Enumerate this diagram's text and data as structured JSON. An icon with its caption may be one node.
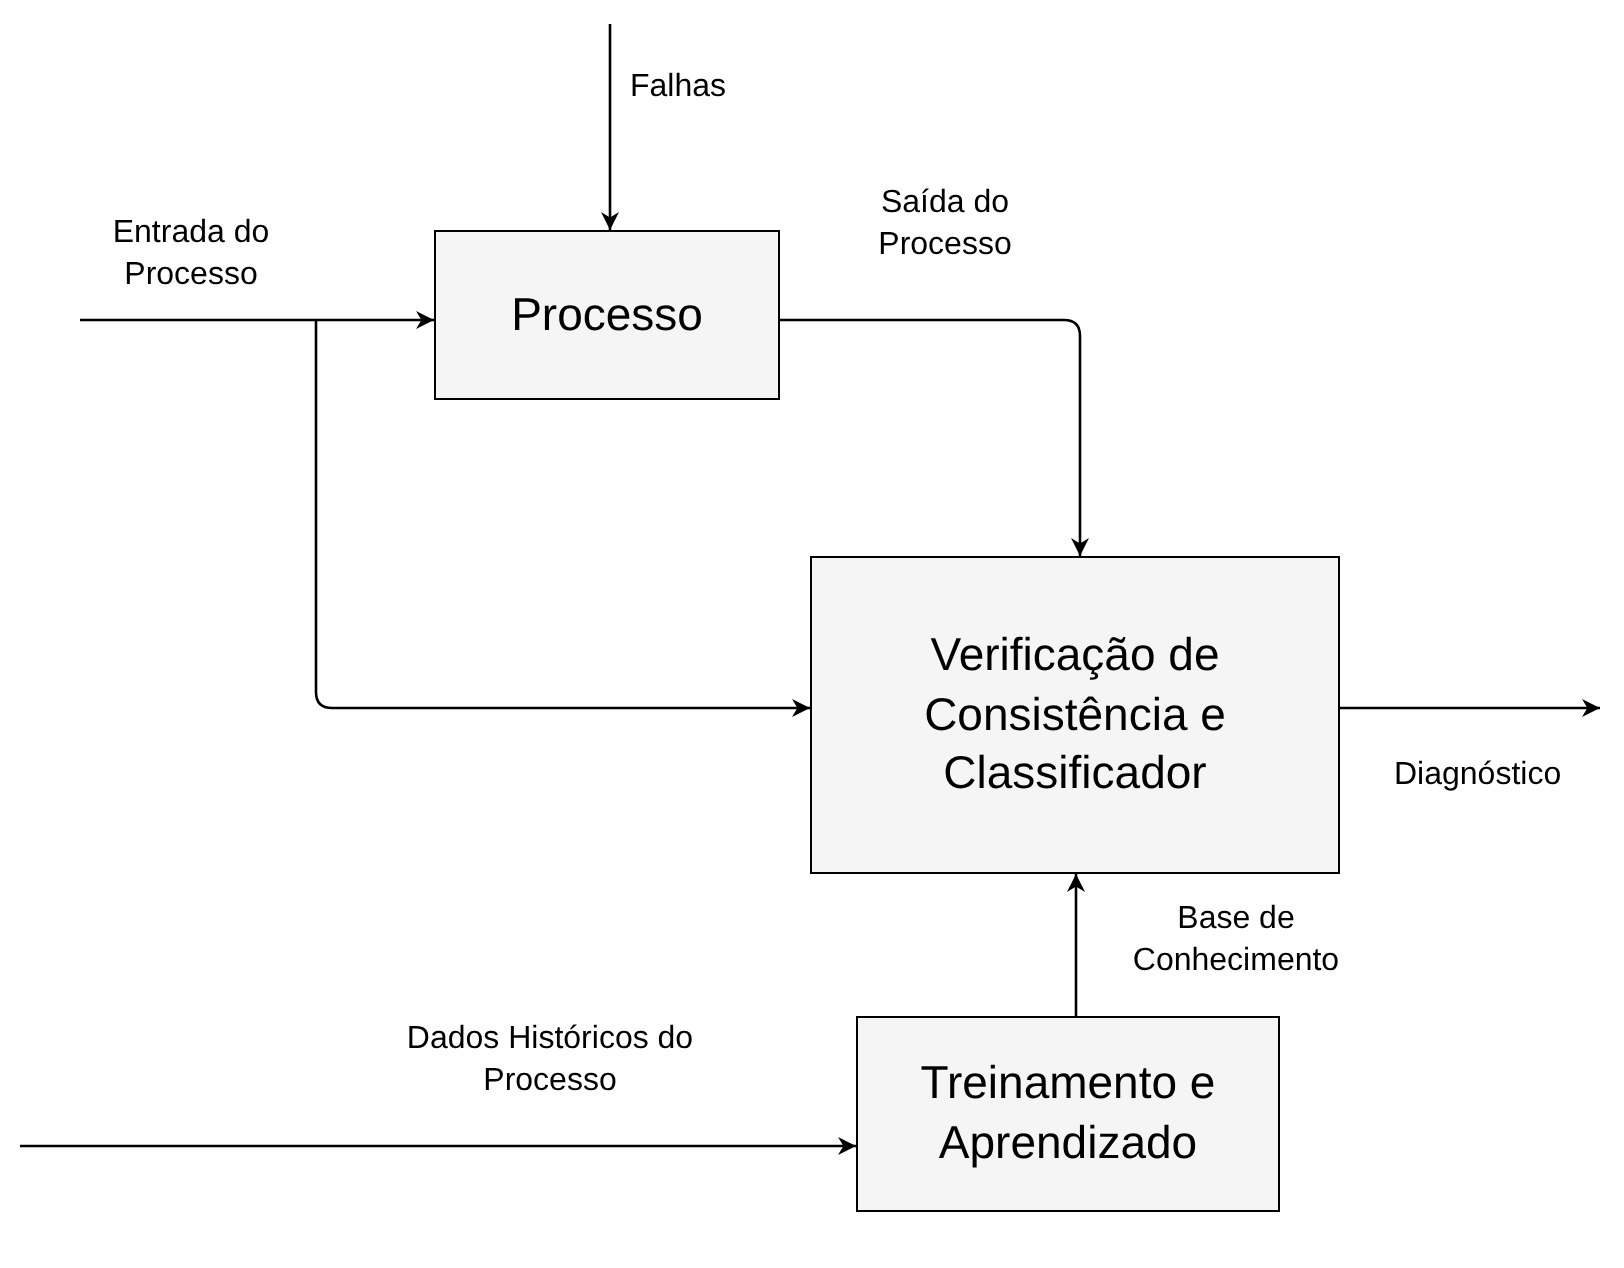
{
  "diagram": {
    "nodes": [
      {
        "text": [
          "Processo"
        ]
      },
      {
        "text": [
          "Verificação de Consistência e Classificador"
        ]
      },
      {
        "text": [
          "Treinamento e Aprendizado"
        ]
      }
    ],
    "edges": [
      {
        "from": null,
        "to": 0,
        "arrow": "to",
        "label": "Falhas"
      },
      {
        "from": null,
        "to": 0,
        "arrow": "to",
        "label": "Entrada do Processo"
      },
      {
        "from": null,
        "to": 1,
        "arrow": "to"
      },
      {
        "from": 0,
        "to": 1,
        "arrow": "to",
        "label": "Saída do Processo"
      },
      {
        "from": 1,
        "to": null,
        "arrow": "to",
        "label": "Diagnóstico"
      },
      {
        "from": 2,
        "to": 1,
        "arrow": "to",
        "label": "Base de Conhecimento"
      },
      {
        "from": null,
        "to": 2,
        "arrow": "to",
        "label": "Dados Históricos do Processo"
      }
    ]
  }
}
